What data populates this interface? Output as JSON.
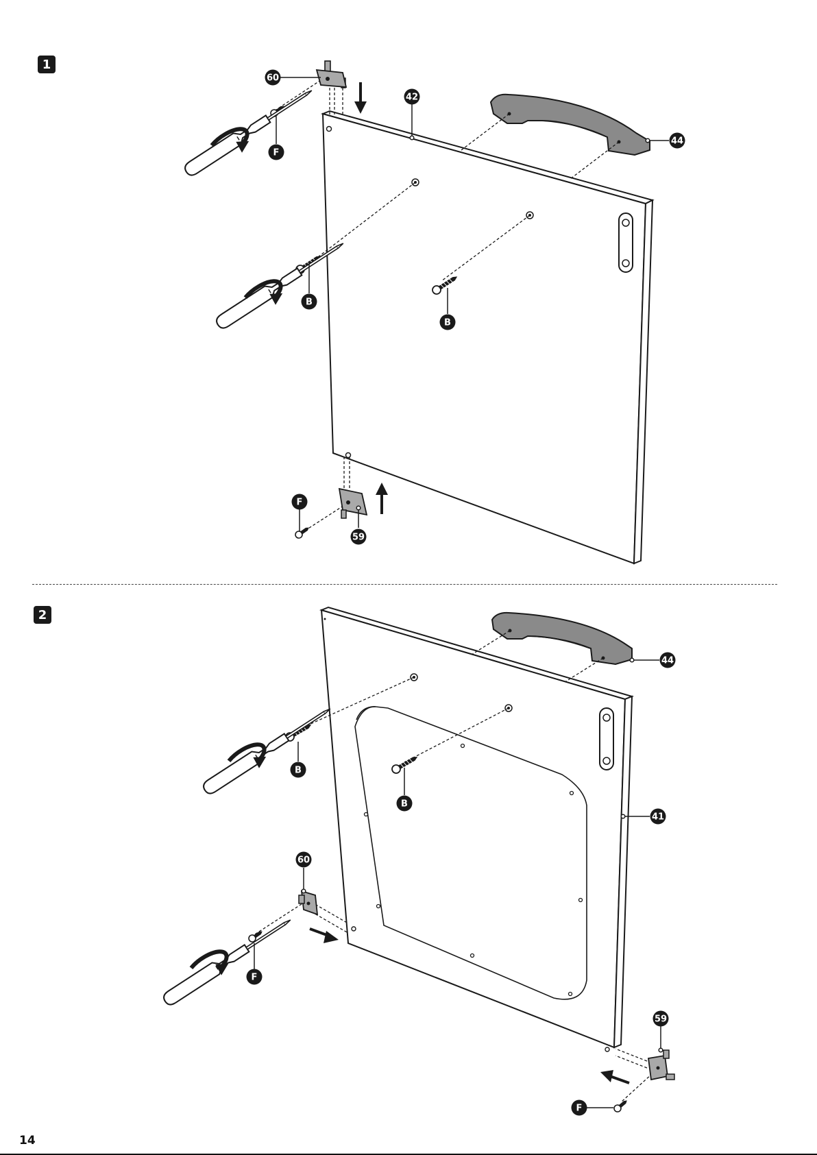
{
  "steps": [
    {
      "number": "1"
    },
    {
      "number": "2"
    }
  ],
  "callouts": {
    "part_60": "60",
    "part_42": "42",
    "part_44": "44",
    "part_59": "59",
    "part_41": "41",
    "screw_F": "F",
    "screw_B": "B"
  },
  "page": {
    "number": "14"
  },
  "icons": [
    "screwdriver-icon",
    "rotation-arrow-icon",
    "push-arrow-icon",
    "screw-icon"
  ],
  "colors": {
    "ink": "#1a1a1a",
    "handle_fill": "#8a8a8a",
    "bracket_fill": "#a9a9a9"
  }
}
